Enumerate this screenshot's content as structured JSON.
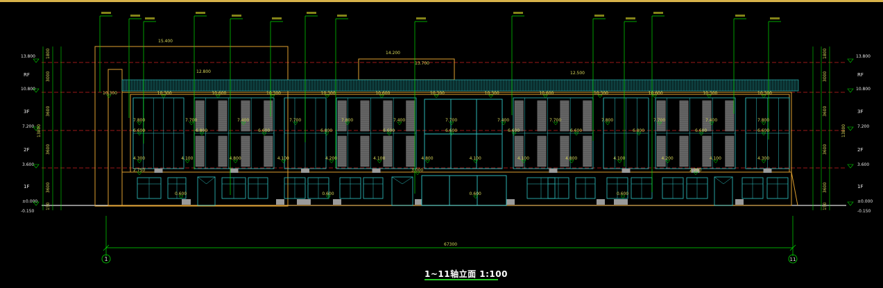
{
  "title": "1~11轴立面 1:100",
  "colors": {
    "background": "#000000",
    "outline": "#e0a030",
    "leader": "#00e000",
    "glass": "#30c8c8",
    "level_line": "#d02020",
    "text": "#e8e8e8",
    "accent": "#d8b24a"
  },
  "axes": {
    "left": "1",
    "right": "11",
    "overall_dimension": "67300"
  },
  "floors": [
    "RF",
    "3F",
    "2F",
    "1F"
  ],
  "levels_left": [
    "13.800",
    "10.800",
    "7.200",
    "3.600",
    "±0.000",
    "-0.150"
  ],
  "levels_right": [
    "13.800",
    "10.800",
    "7.200",
    "3.600",
    "±0.000",
    "-0.150"
  ],
  "left_dims": [
    "1800",
    "3000",
    "3600",
    "3600",
    "3600",
    "150"
  ],
  "left_total": "13800",
  "right_dims": [
    "1800",
    "3000",
    "3600",
    "3600",
    "3600",
    "150"
  ],
  "right_total": "13800",
  "top_elevations": {
    "parapet_left": "15.400",
    "stair_tower": "14.200",
    "stair_roof": "13.700",
    "roof_left": "12.800",
    "roof_right": "12.500"
  },
  "facade_elevations": {
    "row_10": [
      "10.300",
      "10.300",
      "10.600",
      "10.300",
      "10.300",
      "10.600",
      "10.300",
      "10.300",
      "10.600",
      "10.300",
      "10.600",
      "10.300",
      "10.300"
    ],
    "row_7": [
      "7.800",
      "7.700",
      "7.400",
      "7.700",
      "7.800",
      "7.400",
      "7.700",
      "7.400",
      "7.700",
      "7.800",
      "7.700",
      "7.400",
      "7.800"
    ],
    "row_6": [
      "6.600",
      "6.800",
      "6.600",
      "6.800",
      "6.600",
      "6.600",
      "6.600",
      "6.600",
      "6.800",
      "6.600",
      "6.600"
    ],
    "row_4": [
      "4.300",
      "4.100",
      "4.800",
      "4.100",
      "4.200",
      "4.100",
      "4.800",
      "4.100",
      "4.100",
      "4.800",
      "4.100",
      "4.200",
      "4.100",
      "4.300"
    ],
    "row_2": [
      "2.750",
      "3.000",
      "2.750"
    ],
    "row_0": [
      "0.600",
      "0.600",
      "0.600",
      "0.600"
    ]
  }
}
